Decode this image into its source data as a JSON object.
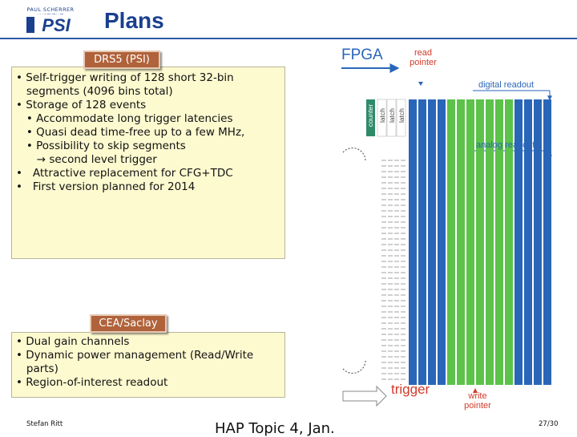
{
  "header": {
    "logo_text": "PAUL SCHERRER INSTITUT",
    "logo_mark": "PSI",
    "title": "Plans"
  },
  "drs5": {
    "tag": "DRS5 (PSI)",
    "lines": [
      "• Self-trigger writing of 128 short 32-bin",
      "   segments (4096 bins total)",
      "",
      "• Storage of 128 events",
      "   • Accommodate long trigger latencies",
      "   • Quasi dead time-free up to a few MHz,",
      "   • Possibility to skip segments",
      "      → second level trigger",
      "",
      "•   Attractive replacement for CFG+TDC",
      "",
      "•   First version planned for 2014"
    ]
  },
  "saclay": {
    "tag": "CEA/Saclay",
    "lines": [
      "• Dual gain channels",
      "• Dynamic power management (Read/Write",
      "   parts)",
      "• Region-of-interest readout"
    ]
  },
  "diagram": {
    "fpga": "FPGA",
    "read_pointer": "read\npointer",
    "digital_readout": "digital readout",
    "analog_readout": "analog readout",
    "counter": "counter",
    "latch": "latch",
    "trigger": "trigger",
    "write_pointer": "write\npointer",
    "colors": {
      "blue": "#2a66b8",
      "green": "#5cc24a",
      "red": "#d23a2a",
      "teal": "#2e8b6a"
    }
  },
  "footer": {
    "author": "Stefan Ritt",
    "center": "HAP Topic 4, Jan.",
    "page": "27/30"
  }
}
